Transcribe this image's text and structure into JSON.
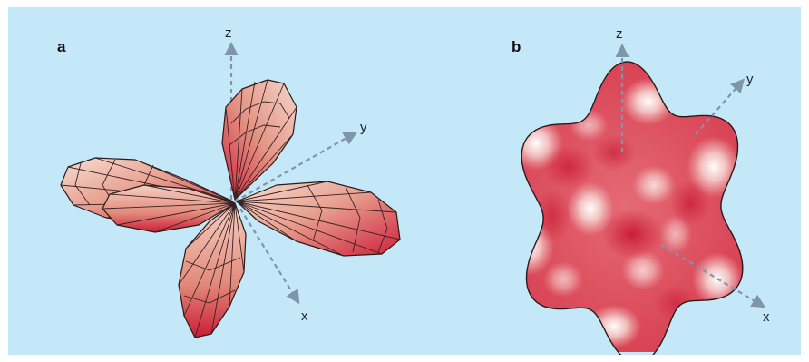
{
  "panels": [
    {
      "letter": "a",
      "axes": {
        "z": "z",
        "y": "y",
        "x": "x"
      }
    },
    {
      "letter": "b",
      "axes": {
        "z": "z",
        "y": "y",
        "x": "x"
      }
    }
  ],
  "colors": {
    "background": "#c4e8f8",
    "lobe_light": "#f6d8cf",
    "lobe_dark": "#d21f3c",
    "axis": "#7f95a8",
    "outline": "#2a1a1a"
  },
  "icons": {
    "panel_a": "four-lobe-orbital-surface",
    "panel_b": "six-lobe-blob-surface"
  }
}
